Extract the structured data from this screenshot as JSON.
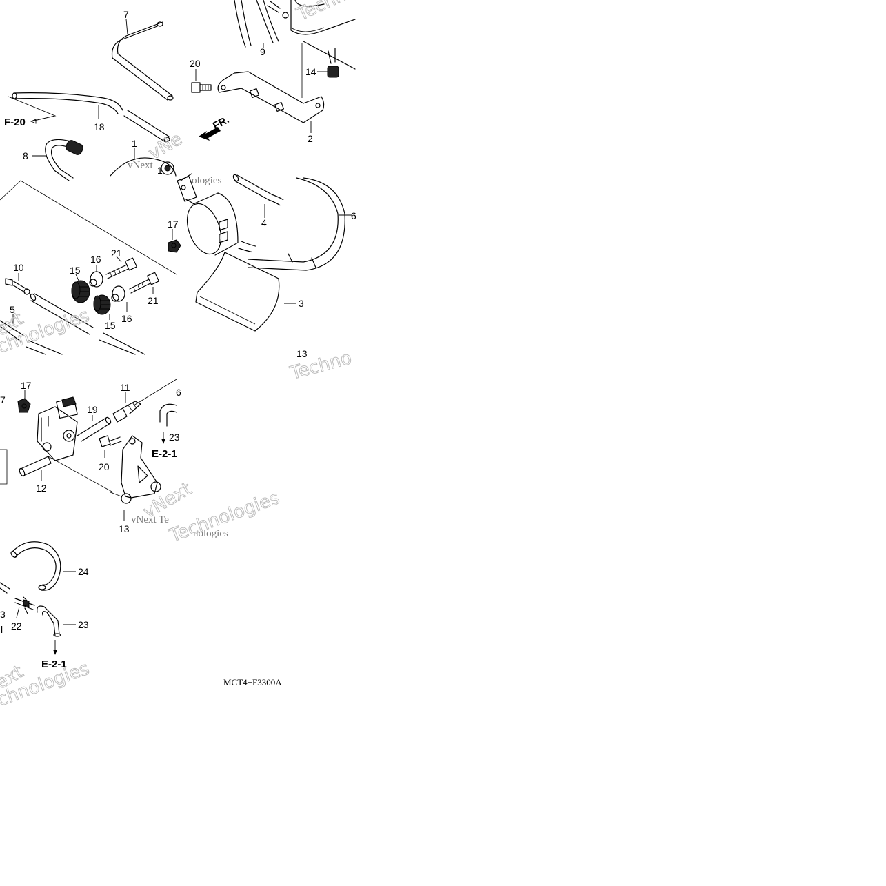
{
  "diagram": {
    "drawing_code": "MCT4−F3300A",
    "direction_mark": "FR.",
    "watermarks": [
      "Technologies",
      "vNext",
      "vNext Te",
      "nologies",
      "ologies",
      "Technologies",
      "Techno",
      "ext",
      "chnologies",
      "vNe",
      "ext",
      "chnologies"
    ],
    "references": [
      "F-20",
      "E-2-1",
      "E-2-1"
    ],
    "callouts": [
      "7",
      "9",
      "20",
      "14",
      "18",
      "2",
      "8",
      "1",
      "1",
      "4",
      "6",
      "17",
      "10",
      "21",
      "16",
      "15",
      "3",
      "5",
      "15",
      "16",
      "21",
      "13",
      "17",
      "11",
      "6",
      "7",
      "19",
      "23",
      "20",
      "12",
      "13",
      "24",
      "3",
      "22",
      "23"
    ]
  }
}
